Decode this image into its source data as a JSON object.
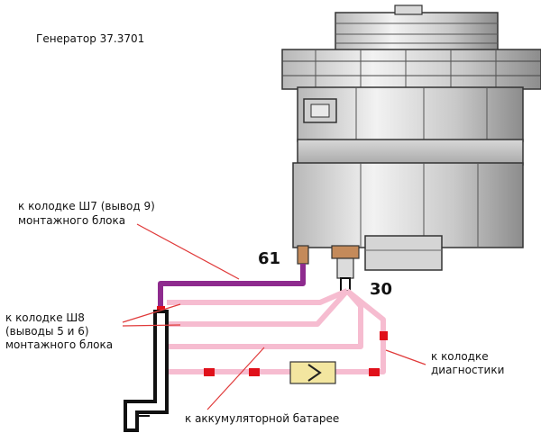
{
  "title": "Генератор 37.3701",
  "terminals": {
    "t61": "61",
    "t30": "30"
  },
  "labels": {
    "sh7_line1": "к колодке Ш7 (вывод 9)",
    "sh7_line2": "монтажного блока",
    "sh8_line1": "к колодке Ш8",
    "sh8_line2": "(выводы 5 и 6)",
    "sh8_line3": "монтажного блока",
    "diag_line1": "к колодке",
    "diag_line2": "диагностики",
    "battery": "к аккумуляторной батарее"
  },
  "colors": {
    "violet_wire": "#8e2b8e",
    "pink_wire": "#f6bcd0",
    "connector_red": "#e0101a",
    "fuse_yellow": "#f3e6a0",
    "pointer_red": "#e03a3a",
    "metal_light": "#e2e2e2",
    "metal_dark": "#9a9a9a"
  }
}
